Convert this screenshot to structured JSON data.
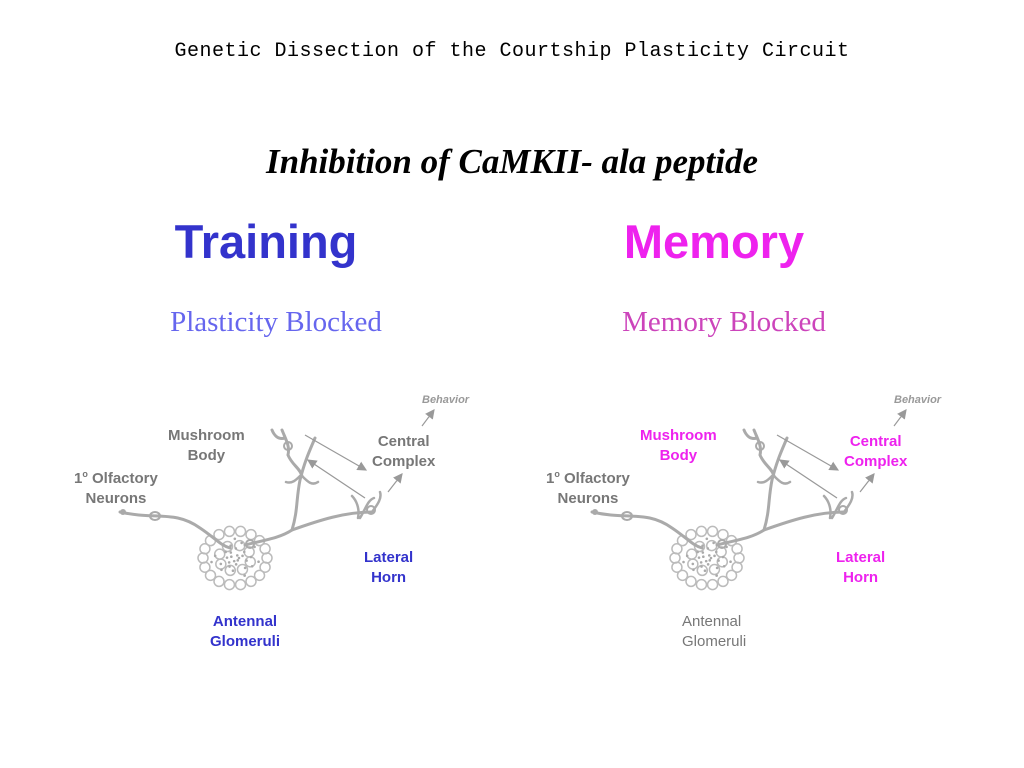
{
  "slide": {
    "title": "Genetic Dissection of the Courtship Plasticity Circuit",
    "subtitle": "Inhibition of CaMKII- ala peptide"
  },
  "colors": {
    "training": "#3333cc",
    "memory": "#ee22ee",
    "plasticity_blocked": "#6666ee",
    "memory_blocked": "#cc44bb",
    "neuron_gray": "#aaaaaa",
    "label_gray": "#777777"
  },
  "left": {
    "heading": "Training",
    "status": "Plasticity Blocked",
    "labels": {
      "behavior": "Behavior",
      "mushroom_body": "Mushroom\nBody",
      "central_complex": "Central\nComplex",
      "olfactory_prefix": "1",
      "olfactory_sup": "o",
      "olfactory_rest": " Olfactory",
      "olfactory_line2": "Neurons",
      "lateral_horn": "Lateral\nHorn",
      "antennal_glomeruli": "Antennal\nGlomeruli"
    }
  },
  "right": {
    "heading": "Memory",
    "status": "Memory Blocked",
    "labels": {
      "behavior": "Behavior",
      "mushroom_body": "Mushroom\nBody",
      "central_complex": "Central\nComplex",
      "olfactory_prefix": "1",
      "olfactory_sup": "o",
      "olfactory_rest": " Olfactory",
      "olfactory_line2": "Neurons",
      "lateral_horn": "Lateral\nHorn",
      "antennal_glomeruli": "Antennal\nGlomeruli"
    }
  }
}
